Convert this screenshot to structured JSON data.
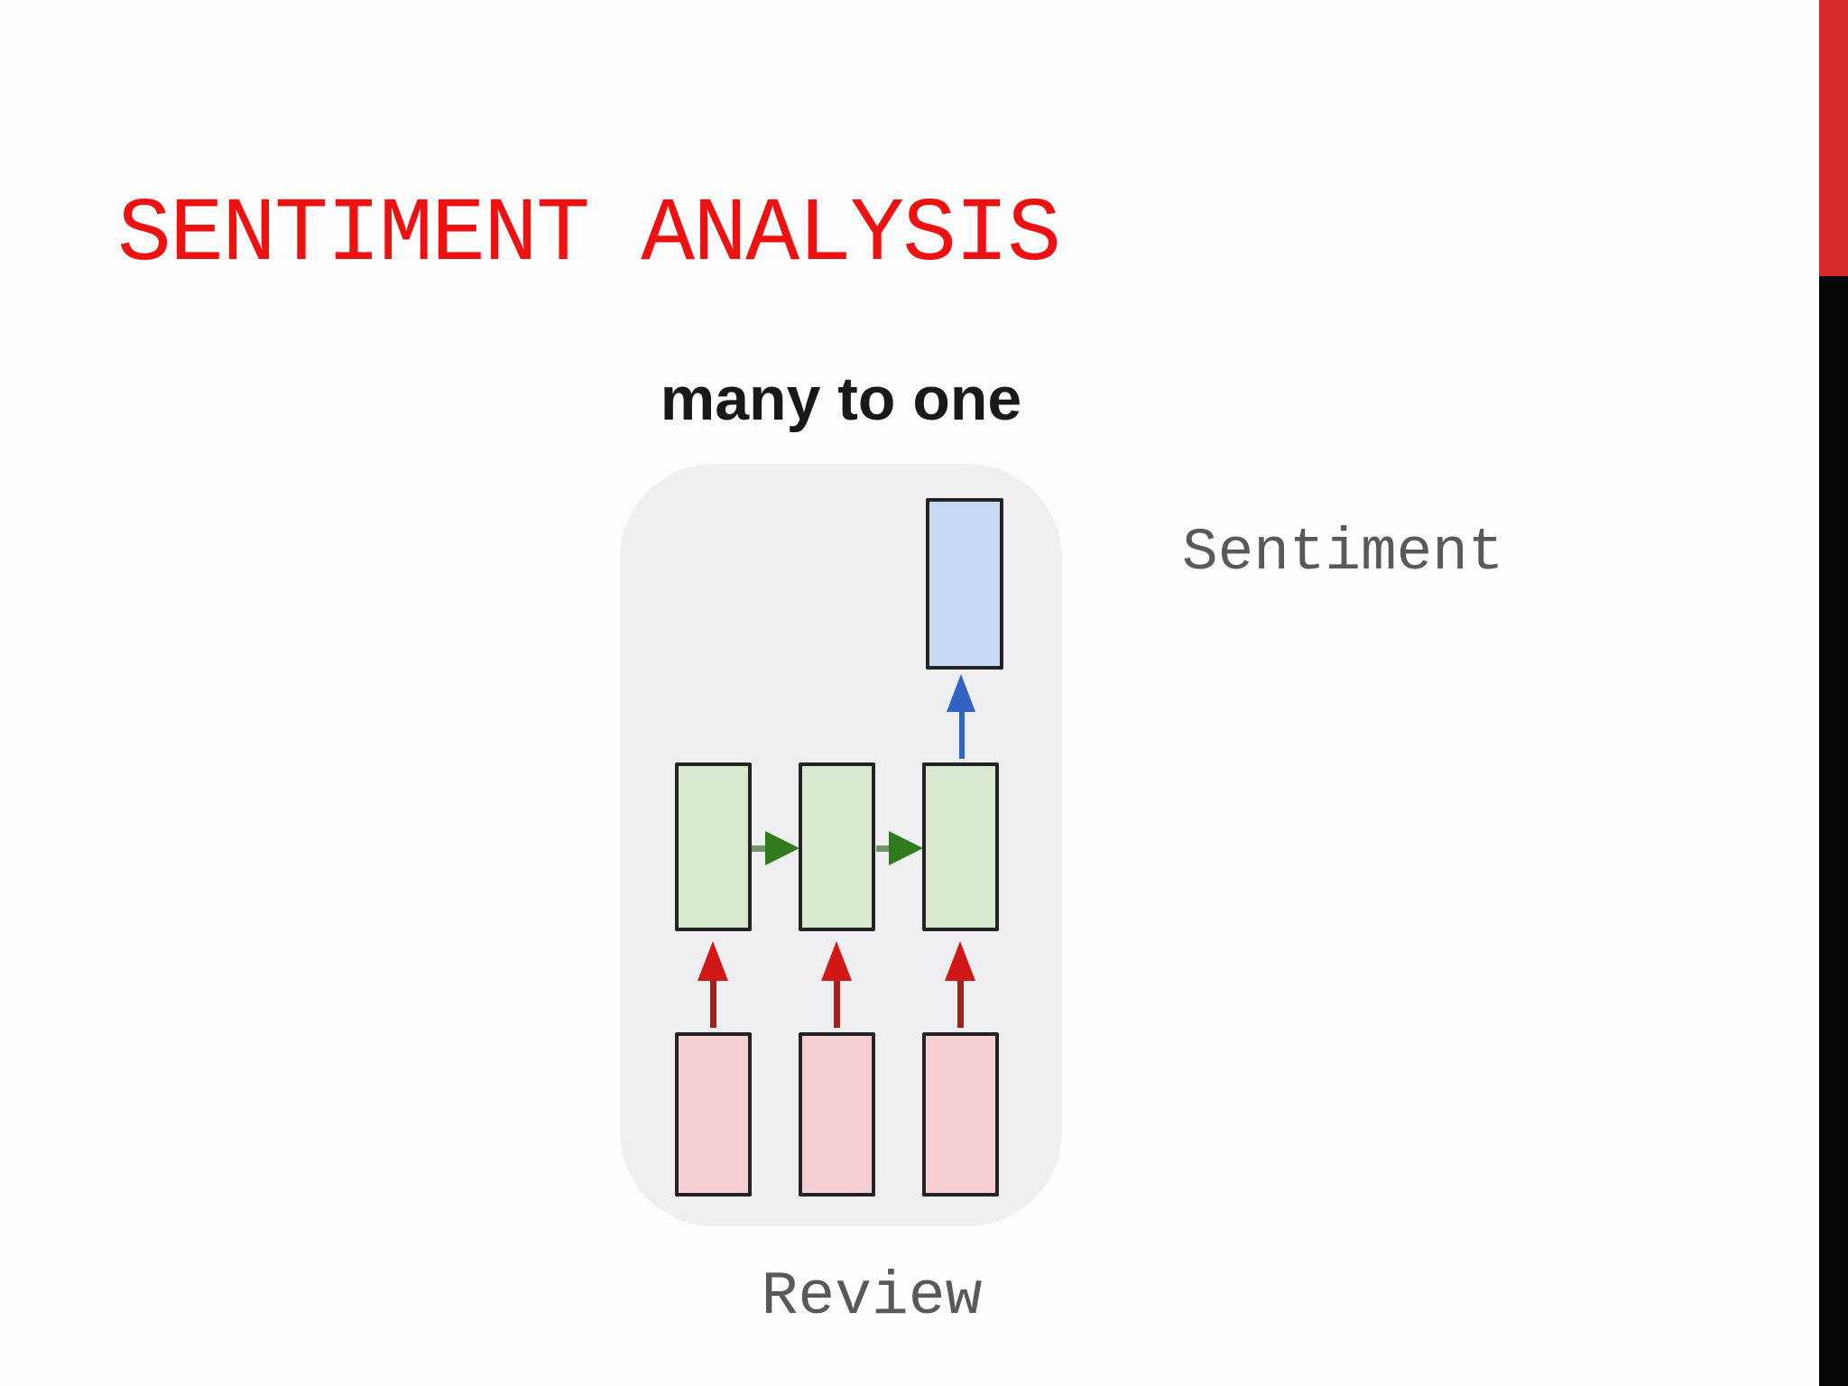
{
  "slide": {
    "title": "SENTIMENT ANALYSIS"
  },
  "diagram": {
    "caption": "many to one",
    "output_label": "Sentiment",
    "input_label": "Review",
    "structure": {
      "type": "rnn-many-to-one",
      "input_boxes": 3,
      "hidden_boxes": 3,
      "output_boxes": 1
    }
  },
  "colors": {
    "title-red": "#ee1111",
    "accent-red": "#d62b2b",
    "accent-black": "#070707",
    "panel-bg": "#efeff1",
    "box-border": "#232326",
    "input-box-fill": "#f7ced2",
    "hidden-box-fill": "#d9e9d0",
    "output-box-fill": "#c9d9f4",
    "input-arrow": "#d21717",
    "input-arrow-stem": "#a32020",
    "recurrent-arrow": "#2e7c1e",
    "recurrent-arrow-stem": "#71946a",
    "output-arrow": "#3162c4",
    "label-gray": "#59595c",
    "caption-black": "#191919"
  }
}
